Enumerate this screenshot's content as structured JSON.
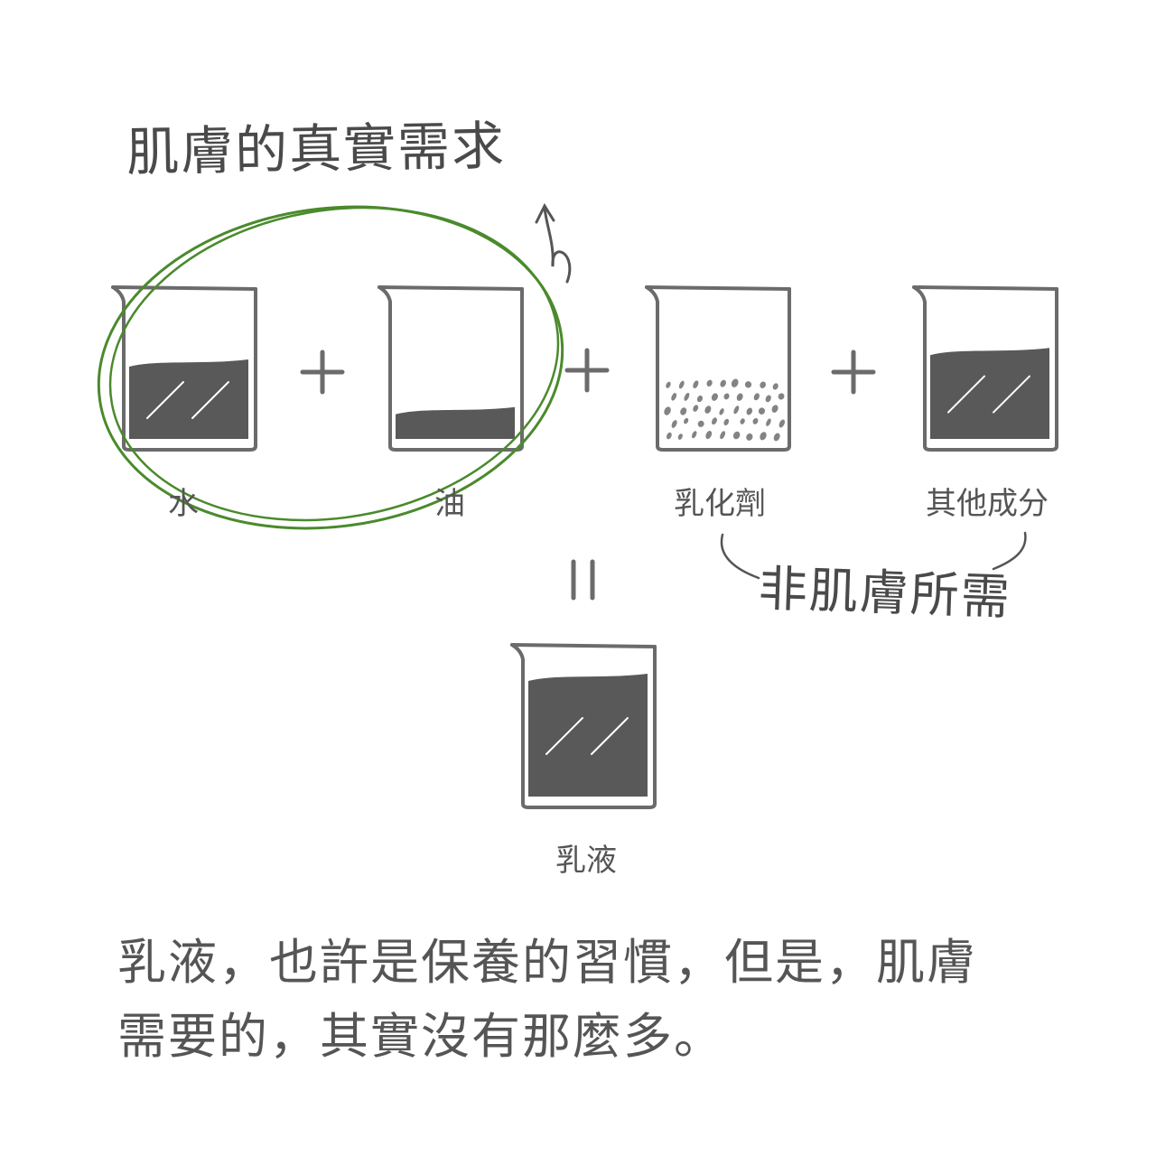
{
  "annotations": {
    "top": "肌膚的真實需求",
    "bottom": "非肌膚所需"
  },
  "ingredients": [
    {
      "label": "水",
      "fill": 0.55,
      "pattern": "solid"
    },
    {
      "label": "油",
      "fill": 0.22,
      "pattern": "solid"
    },
    {
      "label": "乳化劑",
      "fill": 0.45,
      "pattern": "dots"
    },
    {
      "label": "其他成分",
      "fill": 0.63,
      "pattern": "solid"
    }
  ],
  "operators": {
    "plus": "+",
    "equals": "="
  },
  "result": {
    "label": "乳液",
    "fill": 0.85
  },
  "caption": {
    "line1": "乳液，也許是保養的習慣，但是，肌膚",
    "line2": "需要的，其實沒有那麼多。"
  },
  "colors": {
    "stroke": "#6b6b6b",
    "liquid": "#595959",
    "highlight": "#4a8a2c",
    "text": "#555555"
  }
}
